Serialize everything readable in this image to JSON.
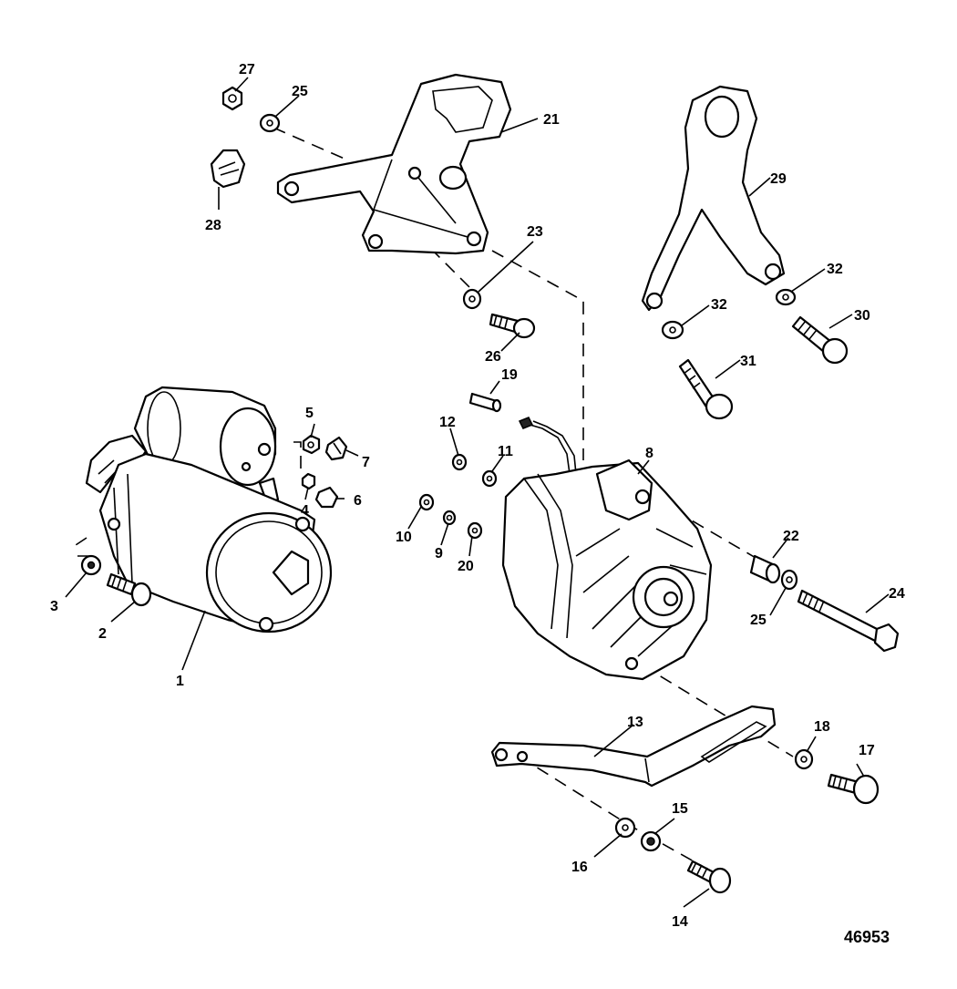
{
  "figure_number": "46953",
  "callouts": {
    "c1": "1",
    "c2": "2",
    "c3": "3",
    "c4": "4",
    "c5": "5",
    "c6": "6",
    "c7": "7",
    "c8": "8",
    "c9": "9",
    "c10": "10",
    "c11": "11",
    "c12": "12",
    "c13": "13",
    "c14": "14",
    "c15": "15",
    "c16": "16",
    "c17": "17",
    "c18": "18",
    "c19": "19",
    "c20": "20",
    "c21": "21",
    "c22": "22",
    "c23": "23",
    "c24": "24",
    "c25a": "25",
    "c25b": "25",
    "c26": "26",
    "c27": "27",
    "c28": "28",
    "c29": "29",
    "c30": "30",
    "c31": "31",
    "c32a": "32",
    "c32b": "32"
  }
}
